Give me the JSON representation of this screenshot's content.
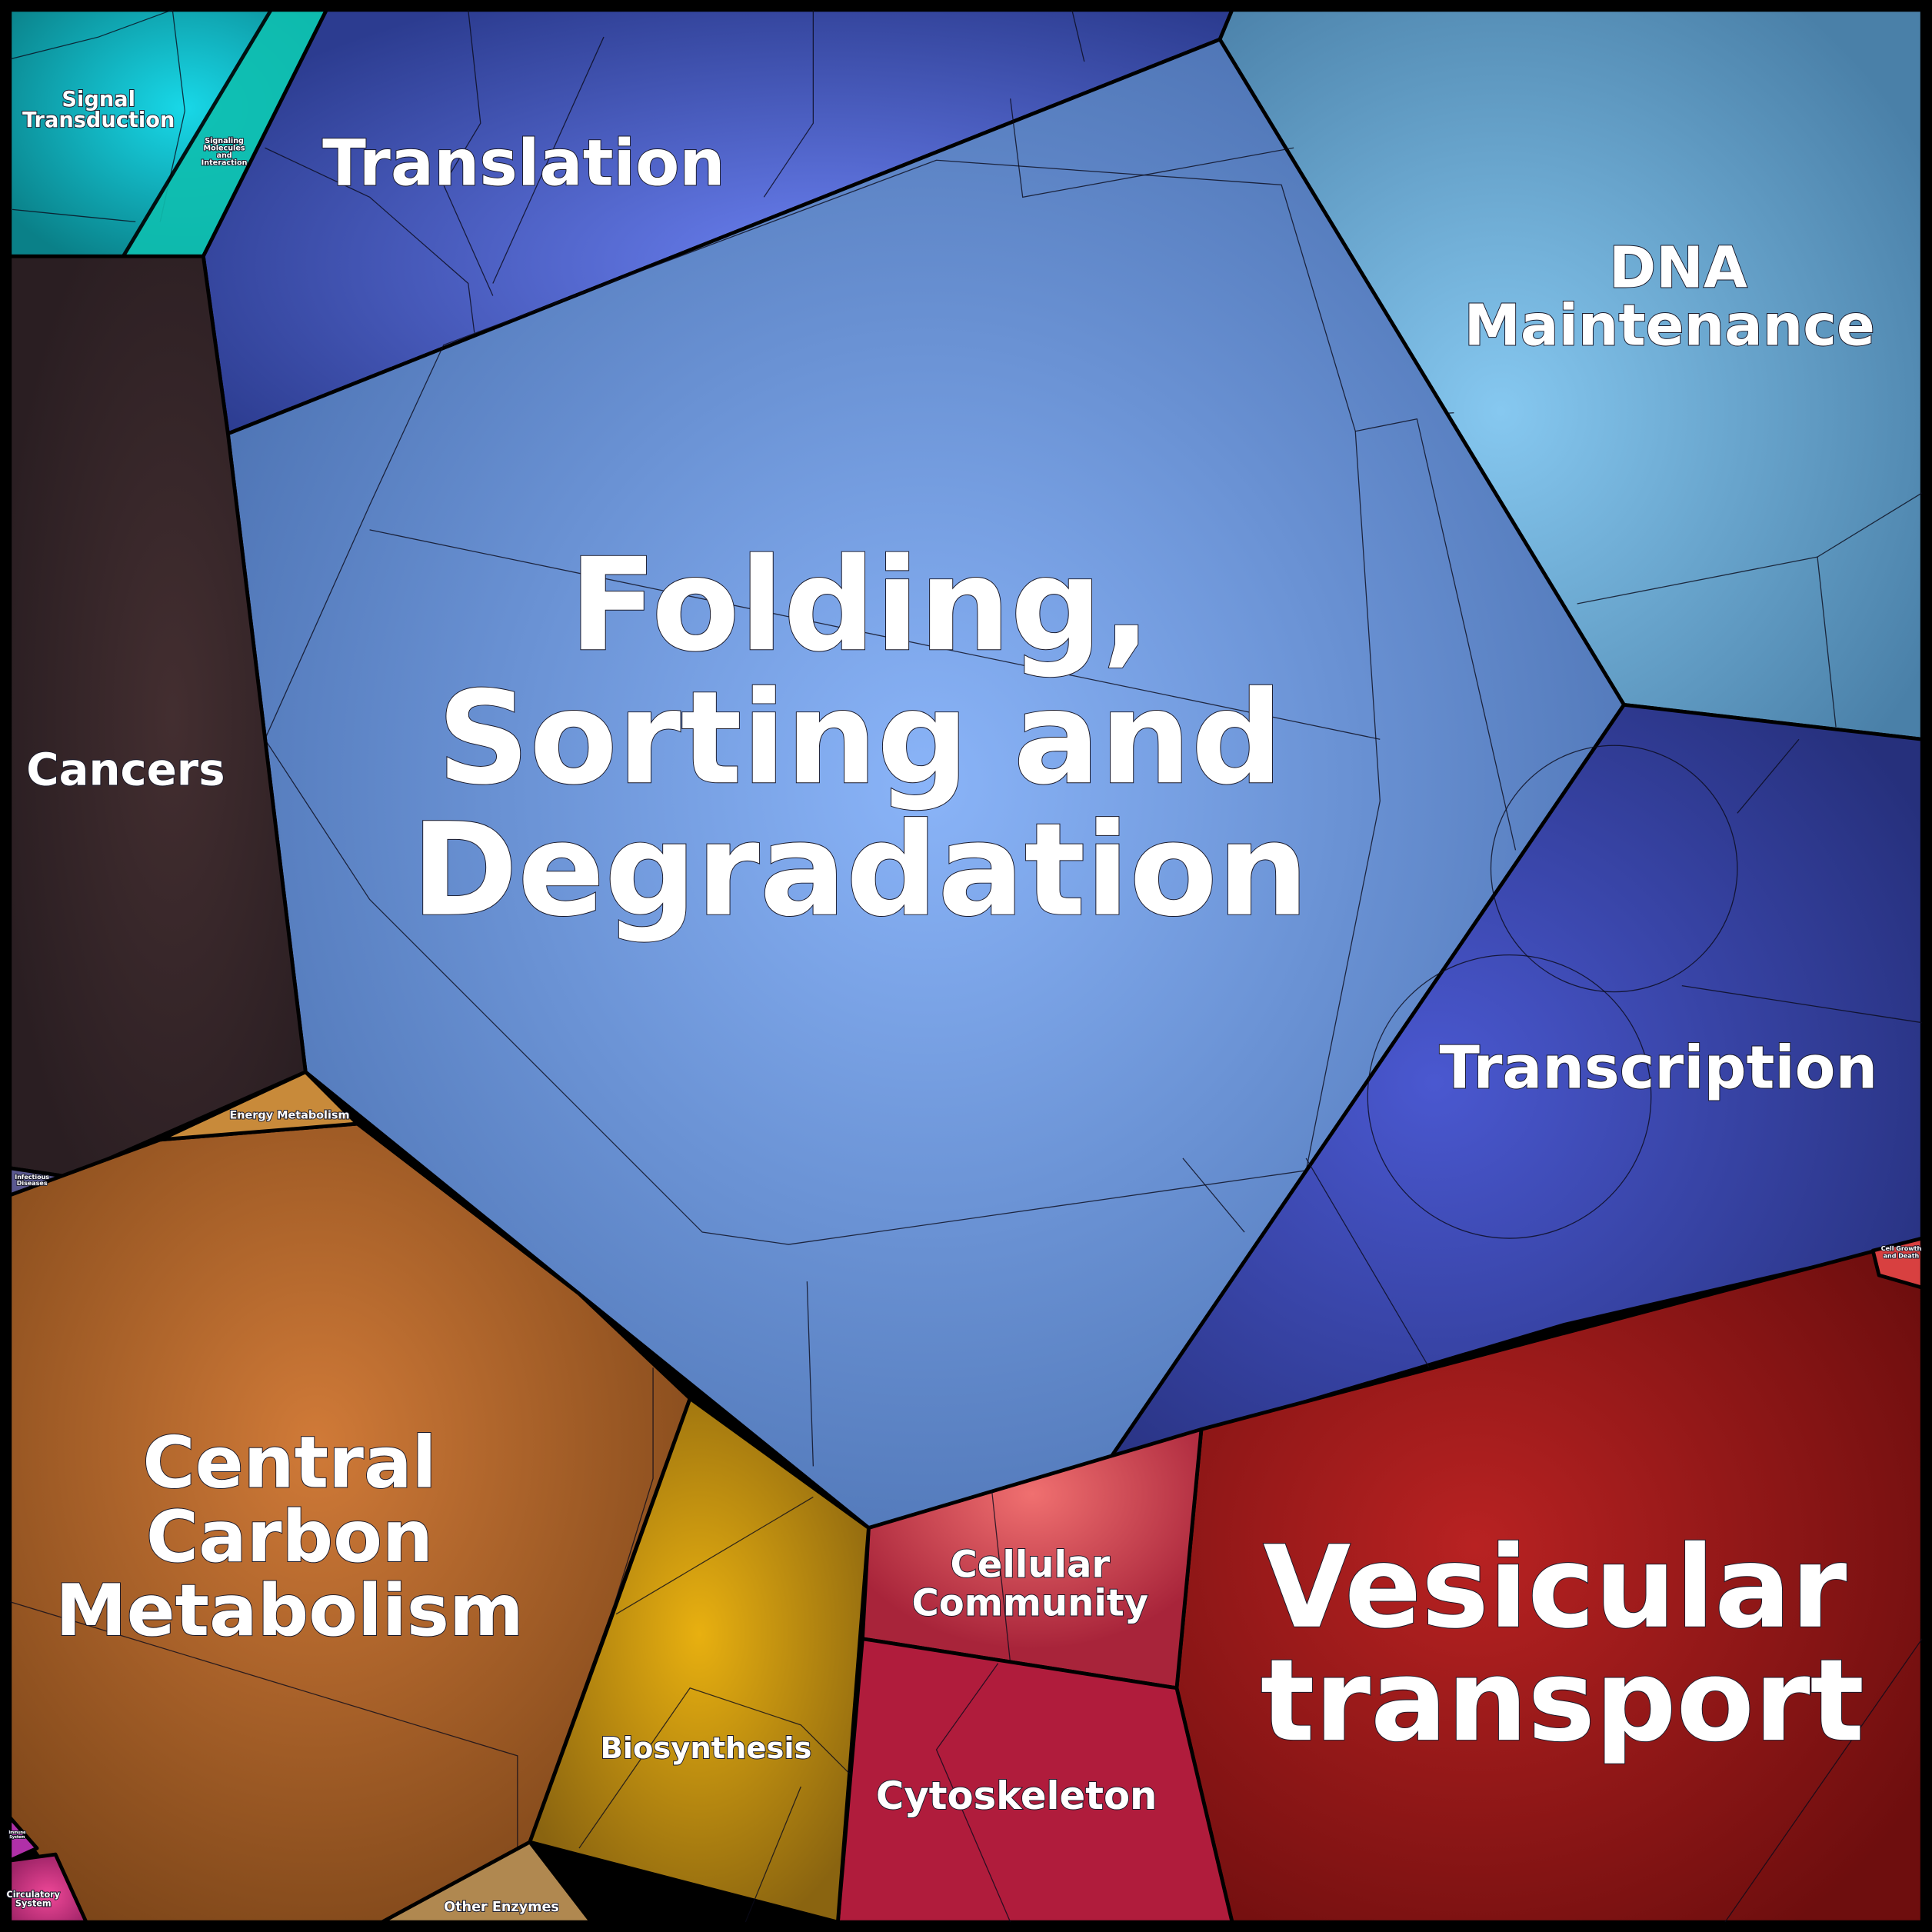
{
  "title": "Proteomap",
  "regions": {
    "signal_transduction": {
      "label_1": "Signal",
      "label_2": "Transduction",
      "color": "#10a9b0"
    },
    "signaling_molecules": {
      "label_1": "Signaling",
      "label_2": "Molecules",
      "label_3": "and",
      "label_4": "Interaction",
      "color": "#0fbfb0"
    },
    "translation": {
      "label": "Translation",
      "color": "#4a5ec8"
    },
    "dna_maintenance": {
      "label_1": "DNA",
      "label_2": "Maintenance",
      "color": "#6aaed8"
    },
    "folding": {
      "label_1": "Folding,",
      "label_2": "Sorting and",
      "label_3": "Degradation",
      "color": "#6e92d8"
    },
    "cancers": {
      "label": "Cancers",
      "color": "#332326"
    },
    "transcription": {
      "label": "Transcription",
      "color": "#3e45a8"
    },
    "vesicular_transport": {
      "label_1": "Vesicular",
      "label_2": "transport",
      "color": "#8e1414"
    },
    "cellular_community": {
      "label_1": "Cellular",
      "label_2": "Community",
      "color": "#d04a4a"
    },
    "cytoskeleton": {
      "label": "Cytoskeleton",
      "color": "#b81a3a"
    },
    "central_carbon": {
      "label_1": "Central",
      "label_2": "Carbon",
      "label_3": "Metabolism",
      "color": "#9a5a25"
    },
    "energy_metabolism": {
      "label": "Energy Metabolism",
      "color": "#c88a3a"
    },
    "biosynthesis": {
      "label": "Biosynthesis",
      "color": "#c89a18"
    },
    "other_enzymes": {
      "label": "Other Enzymes",
      "color": "#b08850"
    },
    "circulatory_system": {
      "label_1": "Circulatory",
      "label_2": "System",
      "color": "#d8448c"
    },
    "immune_system": {
      "label_1": "Immune",
      "label_2": "System",
      "color": "#b030a8"
    },
    "infectious_diseases": {
      "label_1": "Infectious",
      "label_2": "Diseases",
      "color": "#5a5890"
    },
    "cell_growth": {
      "label_1": "Cell Growth",
      "label_2": "and Death",
      "color": "#d84040"
    }
  }
}
